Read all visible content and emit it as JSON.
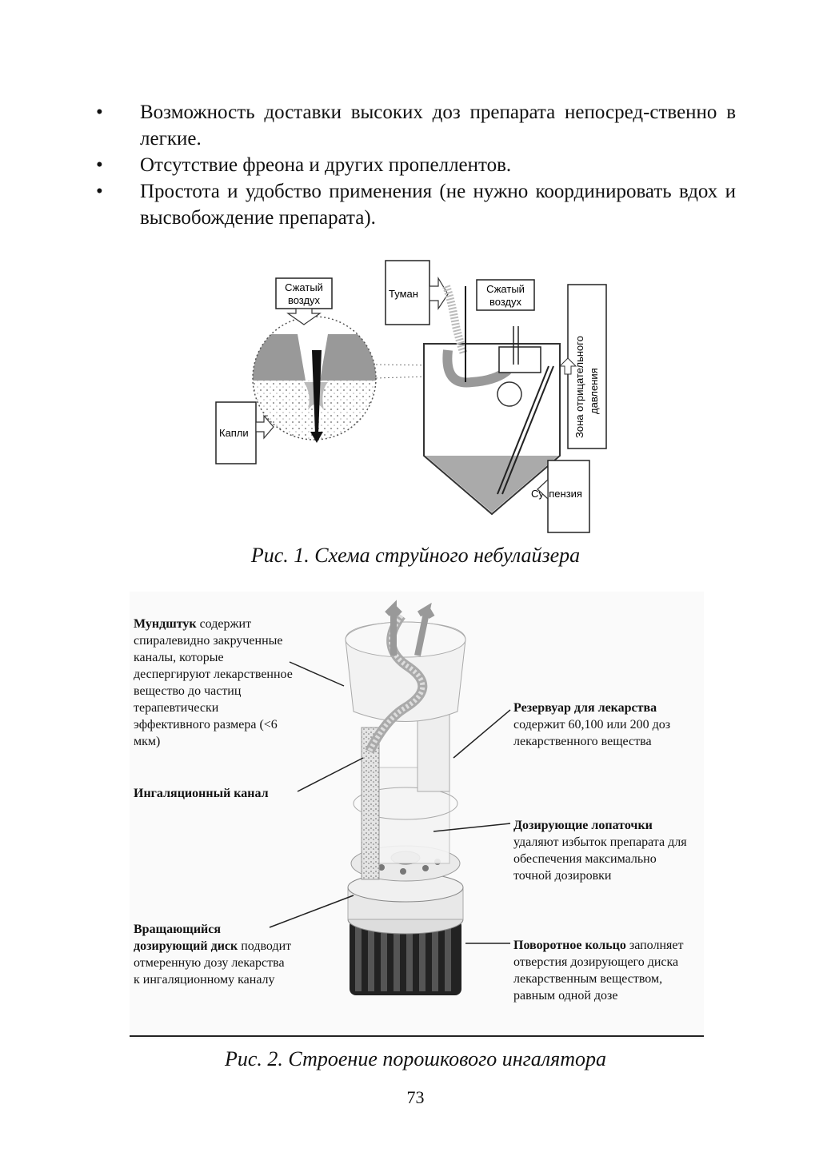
{
  "bullets": [
    "Возможность доставки высоких доз препарата непосред-ственно в легкие.",
    "Отсутствие фреона и других пропеллентов.",
    "Простота и удобство применения (не нужно координировать вдох и высвобождение препарата)."
  ],
  "bullet_symbol": "•",
  "figure1": {
    "labels": {
      "compressed_air_1_line1": "Сжатый",
      "compressed_air_1_line2": "воздух",
      "mist": "Туман",
      "compressed_air_2_line1": "Сжатый",
      "compressed_air_2_line2": "воздух",
      "negative_pressure_line1": "Зона отрицательного",
      "negative_pressure_line2": "давления",
      "droplets": "Капли",
      "suspension": "Суспензия"
    },
    "caption": "Рис. 1. Схема струйного небулайзера"
  },
  "figure2": {
    "callouts": {
      "mouthpiece_title": "Мундштук",
      "mouthpiece_text": " содержит спиралевидно закрученные каналы, которые деспергируют лекарственное вещество до частиц терапевтически эффективного размера (<6 мкм)",
      "inhalation_channel": "Ингаляционный канал",
      "rotating_disc_title": "Вращающийся дозирующий диск",
      "rotating_disc_text": " подводит отмеренную дозу лекарства к ингаляционному каналу",
      "reservoir_title": "Резервуар для лекарства",
      "reservoir_text": " содержит 60,100 или 200 доз лекарственного вещества",
      "dosing_blades_title": "Дозирующие лопаточки",
      "dosing_blades_text": " удаляют избыток препарата для обеспечения максимально точной дозировки",
      "rotary_ring_title": "Поворотное кольцо",
      "rotary_ring_text": " заполняет отверстия дозирующего диска лекарственным веществом, равным одной дозе"
    },
    "caption": "Рис. 2. Строение порошкового ингалятора"
  },
  "page_number": "73"
}
